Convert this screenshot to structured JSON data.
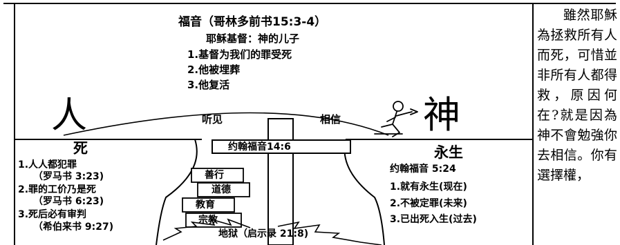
{
  "gospel": {
    "title": "福音（哥林多前书15:3-4）",
    "subtitle": "耶稣基督：神的儿子",
    "points": [
      "1.基督为我们的罪受死",
      "2.他被埋葬",
      "3.他复活"
    ]
  },
  "left_symbol": "人",
  "right_symbol": "神",
  "path": {
    "hear": "听见",
    "believe": "相信"
  },
  "death": {
    "title": "死",
    "items": [
      "1.人人都犯罪",
      "（罗马书 3:23)",
      "2.罪的工价乃是死",
      "（罗马书 6:23)",
      "3.死后必有审判",
      "（希伯来书 9:27)"
    ]
  },
  "cross_ref": "约翰福音14:6",
  "blocks": [
    "善行",
    "道德",
    "教育",
    "宗教"
  ],
  "hell": "地狱（启示录 21:8)",
  "eternal": {
    "title": "永生",
    "ref": "约翰福音 5:24",
    "items": [
      "1.就有永生(现在)",
      "2.不被定罪(未来)",
      "3.已出死入生(过去)"
    ]
  },
  "side_text": "雖然耶穌為拯救所有人而死，可惜並非所有人都得救，原因何在?就是因為神不會勉強你去相信。你有選擇權，"
}
